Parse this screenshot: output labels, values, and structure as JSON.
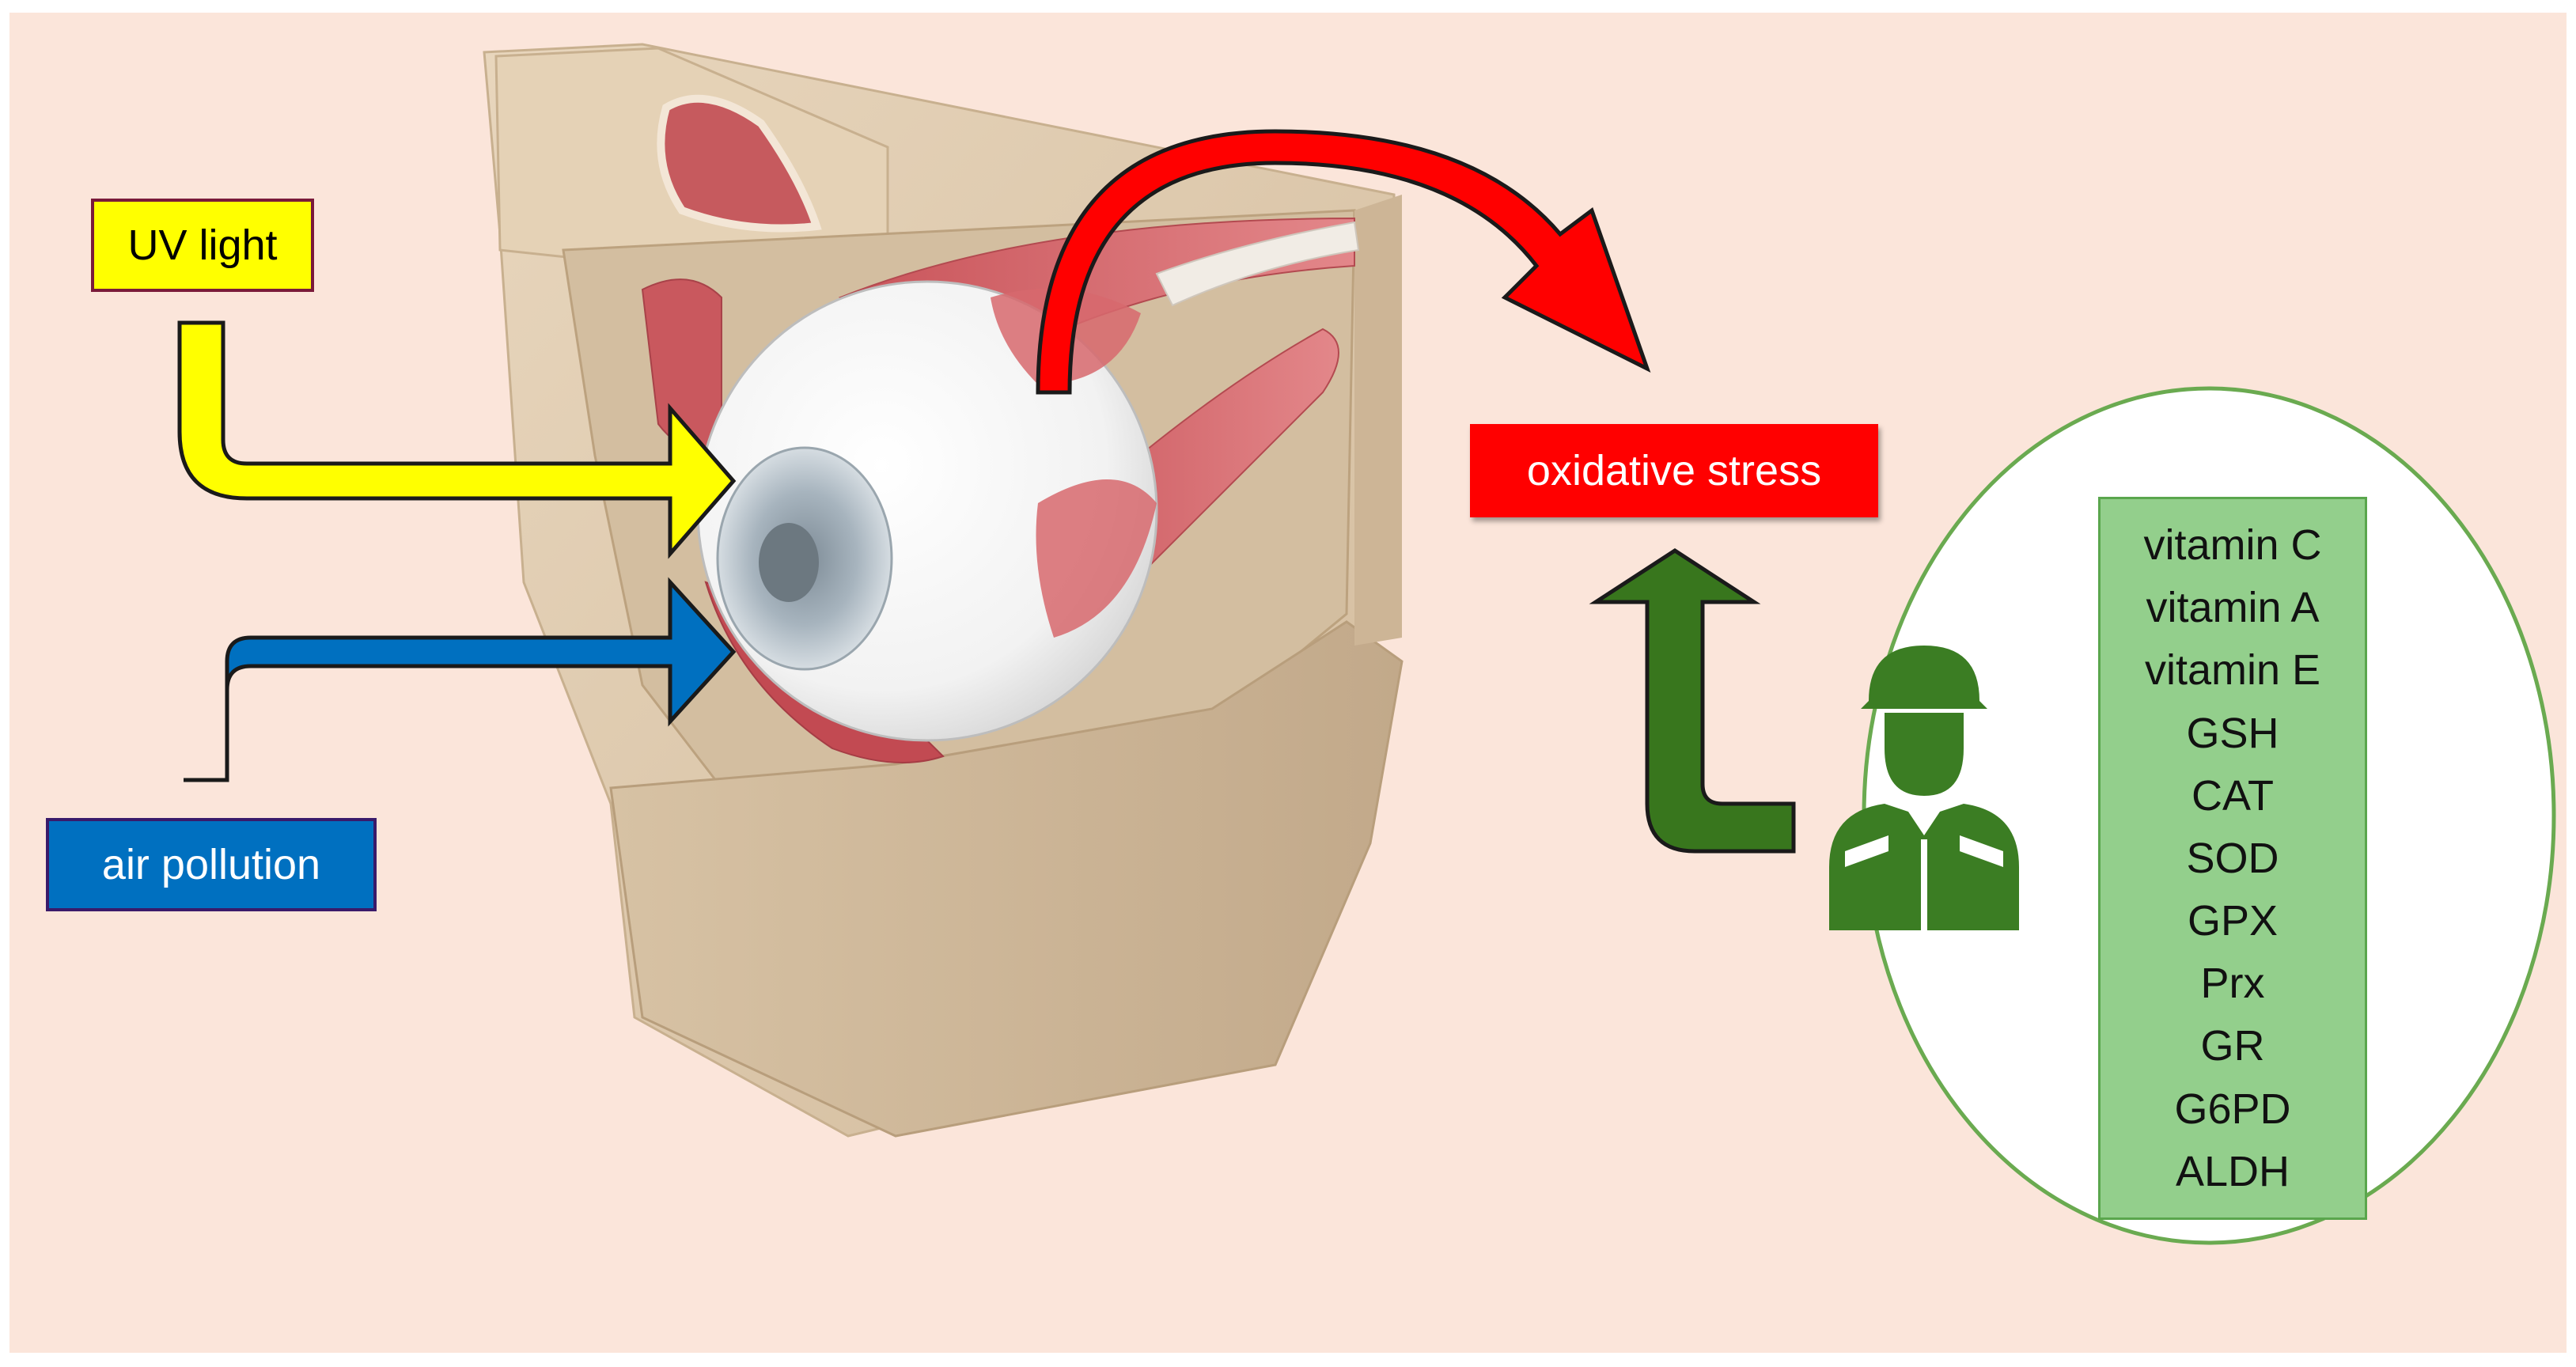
{
  "labels": {
    "uv": "UV light",
    "air": "air pollution",
    "oxidative": "oxidative stress"
  },
  "antioxidants": [
    "vitamin C",
    "vitamin A",
    "vitamin E",
    "GSH",
    "CAT",
    "SOD",
    "GPX",
    "Prx",
    "GR",
    "G6PD",
    "ALDH"
  ],
  "colors": {
    "background": "#fbe5da",
    "uv_arrow": "#ffff00",
    "air_arrow": "#0070c0",
    "stress_arrow": "#ff0000",
    "defense_arrow": "#38761d",
    "antiox_panel": "#93cf8c",
    "ellipse_border": "#5aa64d",
    "soldier": "#3b7d23"
  },
  "icons": [
    "eye-orbit-illustration",
    "soldier-icon"
  ]
}
